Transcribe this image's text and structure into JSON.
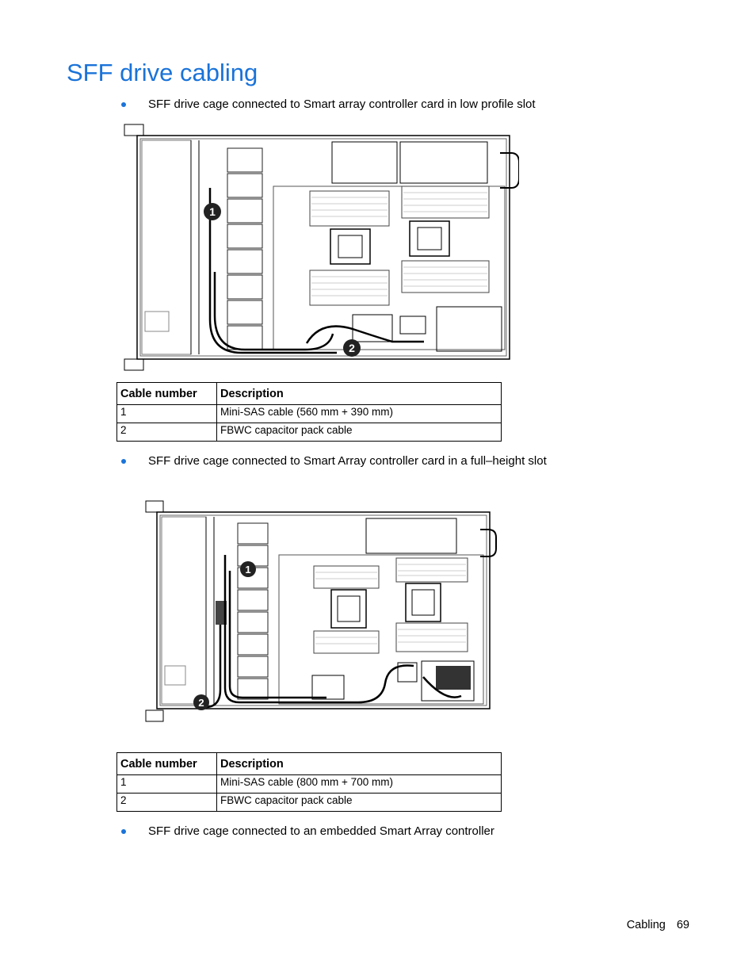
{
  "page": {
    "title": "SFF drive cabling",
    "bullets": [
      "SFF drive cage connected to Smart array controller card in low profile slot",
      "SFF drive cage connected to Smart Array controller card in a full–height slot",
      "SFF drive cage connected to an embedded Smart Array controller"
    ]
  },
  "figures": {
    "callout_1": "1",
    "callout_2": "2"
  },
  "table1": {
    "headers": [
      "Cable number",
      "Description"
    ],
    "rows": [
      [
        "1",
        "Mini-SAS cable (560 mm + 390 mm)"
      ],
      [
        "2",
        "FBWC capacitor pack cable"
      ]
    ]
  },
  "table2": {
    "headers": [
      "Cable number",
      "Description"
    ],
    "rows": [
      [
        "1",
        "Mini-SAS cable (800 mm + 700 mm)"
      ],
      [
        "2",
        "FBWC capacitor pack cable"
      ]
    ]
  },
  "footer": {
    "section": "Cabling",
    "page_number": "69"
  },
  "colors": {
    "heading": "#1a73d9",
    "cable": "#000000"
  }
}
